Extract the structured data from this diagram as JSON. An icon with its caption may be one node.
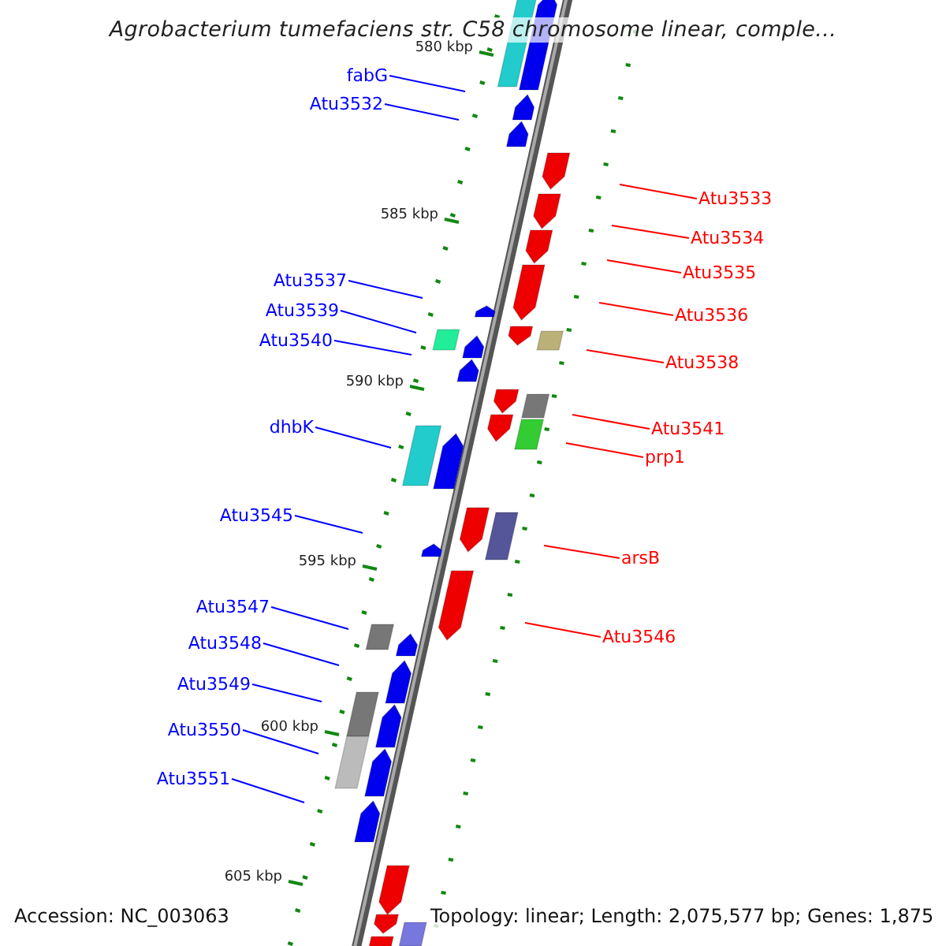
{
  "diagram": {
    "title": "Agrobacterium tumefaciens str. C58 chromosome linear, comple...",
    "nodes": [
      {
        "text": [
          "fabG"
        ]
      },
      {
        "text": [
          "Atu3532"
        ]
      },
      {
        "text": [
          "Atu3537"
        ]
      },
      {
        "text": [
          "Atu3539"
        ]
      },
      {
        "text": [
          "Atu3540"
        ]
      },
      {
        "text": [
          "dhbK"
        ]
      },
      {
        "text": [
          "Atu3545"
        ]
      },
      {
        "text": [
          "Atu3547"
        ]
      },
      {
        "text": [
          "Atu3548"
        ]
      },
      {
        "text": [
          "Atu3549"
        ]
      },
      {
        "text": [
          "Atu3550"
        ]
      },
      {
        "text": [
          "Atu3551"
        ]
      },
      {
        "text": [
          "Atu3533"
        ]
      },
      {
        "text": [
          "Atu3534"
        ]
      },
      {
        "text": [
          "Atu3535"
        ]
      },
      {
        "text": [
          "Atu3536"
        ]
      },
      {
        "text": [
          "Atu3538"
        ]
      },
      {
        "text": [
          "Atu3541"
        ]
      },
      {
        "text": [
          "prp1"
        ]
      },
      {
        "text": [
          "arsB"
        ]
      },
      {
        "text": [
          "Atu3546"
        ]
      }
    ],
    "edges": [
      {
        "from": 0,
        "to": null,
        "arrow": "none"
      },
      {
        "from": 1,
        "to": null,
        "arrow": "none"
      },
      {
        "from": 2,
        "to": null,
        "arrow": "none"
      },
      {
        "from": 3,
        "to": null,
        "arrow": "none"
      },
      {
        "from": 4,
        "to": null,
        "arrow": "none"
      },
      {
        "from": 5,
        "to": null,
        "arrow": "none"
      },
      {
        "from": 6,
        "to": null,
        "arrow": "none"
      },
      {
        "from": 7,
        "to": null,
        "arrow": "none"
      },
      {
        "from": 8,
        "to": null,
        "arrow": "none"
      },
      {
        "from": 9,
        "to": null,
        "arrow": "none"
      },
      {
        "from": 10,
        "to": null,
        "arrow": "none"
      },
      {
        "from": 11,
        "to": null,
        "arrow": "none"
      },
      {
        "from": 12,
        "to": null,
        "arrow": "none",
        "color": "#ff0000"
      },
      {
        "from": 13,
        "to": null,
        "arrow": "none",
        "color": "#ff0000"
      },
      {
        "from": 14,
        "to": null,
        "arrow": "none",
        "color": "#ff0000"
      },
      {
        "from": 15,
        "to": null,
        "arrow": "none",
        "color": "#ff0000"
      },
      {
        "from": 16,
        "to": null,
        "arrow": "none",
        "color": "#ff0000"
      },
      {
        "from": 17,
        "to": null,
        "arrow": "none",
        "color": "#ff0000"
      },
      {
        "from": 18,
        "to": null,
        "arrow": "none",
        "color": "#ff0000"
      },
      {
        "from": 19,
        "to": null,
        "arrow": "none",
        "color": "#ff0000"
      },
      {
        "from": 20,
        "to": null,
        "arrow": "none",
        "color": "#ff0000"
      }
    ],
    "labels": [
      "580 kbp",
      "585 kbp",
      "590 kbp",
      "595 kbp",
      "600 kbp",
      "605 kbp",
      "Accession: NC_003063",
      "Topology: linear; Length: 2,075,577 bp; Genes: 1,875"
    ]
  }
}
